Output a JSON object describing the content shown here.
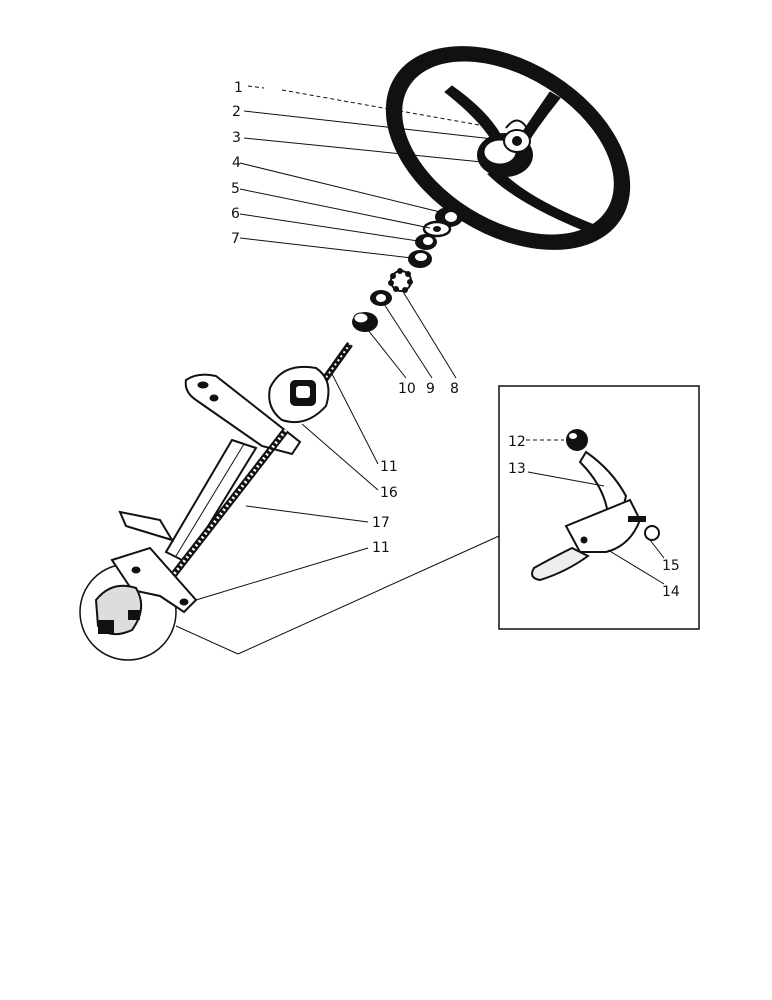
{
  "labels": {
    "l1": "1",
    "l2": "2",
    "l3": "3",
    "l4": "4",
    "l5": "5",
    "l6": "6",
    "l7": "7",
    "l8": "8",
    "l9": "9",
    "l10": "10",
    "l11a": "11",
    "l16": "16",
    "l17": "17",
    "l11b": "11",
    "l12": "12",
    "l13": "13",
    "l15": "15",
    "l14": "14"
  }
}
